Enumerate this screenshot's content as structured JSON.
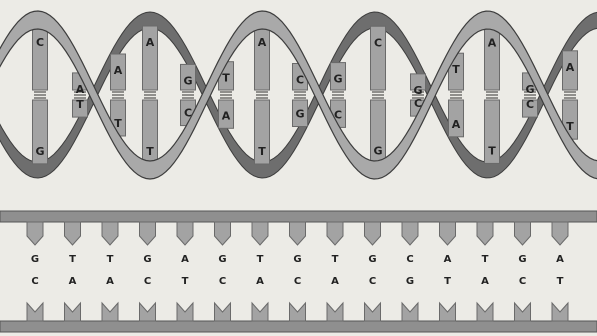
{
  "helix": {
    "pairs": [
      {
        "top": "C",
        "bottom": "G"
      },
      {
        "top": "A",
        "bottom": "T"
      },
      {
        "top": "A",
        "bottom": "T"
      },
      {
        "top": "A",
        "bottom": "T"
      },
      {
        "top": "G",
        "bottom": "C"
      },
      {
        "top": "T",
        "bottom": "A"
      },
      {
        "top": "A",
        "bottom": "T"
      },
      {
        "top": "C",
        "bottom": "G"
      },
      {
        "top": "G",
        "bottom": "C"
      },
      {
        "top": "C",
        "bottom": "G"
      },
      {
        "top": "G",
        "bottom": "C"
      },
      {
        "top": "T",
        "bottom": "A"
      },
      {
        "top": "A",
        "bottom": "T"
      },
      {
        "top": "G",
        "bottom": "C"
      },
      {
        "top": "A",
        "bottom": "T"
      }
    ]
  },
  "ladder": {
    "top_strand": [
      "G",
      "T",
      "T",
      "G",
      "A",
      "G",
      "T",
      "G",
      "T",
      "G",
      "C",
      "A",
      "T",
      "G",
      "A"
    ],
    "bottom_strand": [
      "C",
      "A",
      "A",
      "C",
      "T",
      "C",
      "A",
      "C",
      "A",
      "C",
      "G",
      "T",
      "A",
      "C",
      "T"
    ]
  },
  "colors": {
    "background": "#ecebe6",
    "backbone": "#8f8f8f",
    "backbone_dark": "#555555",
    "base": "#a3a3a3",
    "base_edge": "#6a6a6a",
    "text": "#222222"
  }
}
